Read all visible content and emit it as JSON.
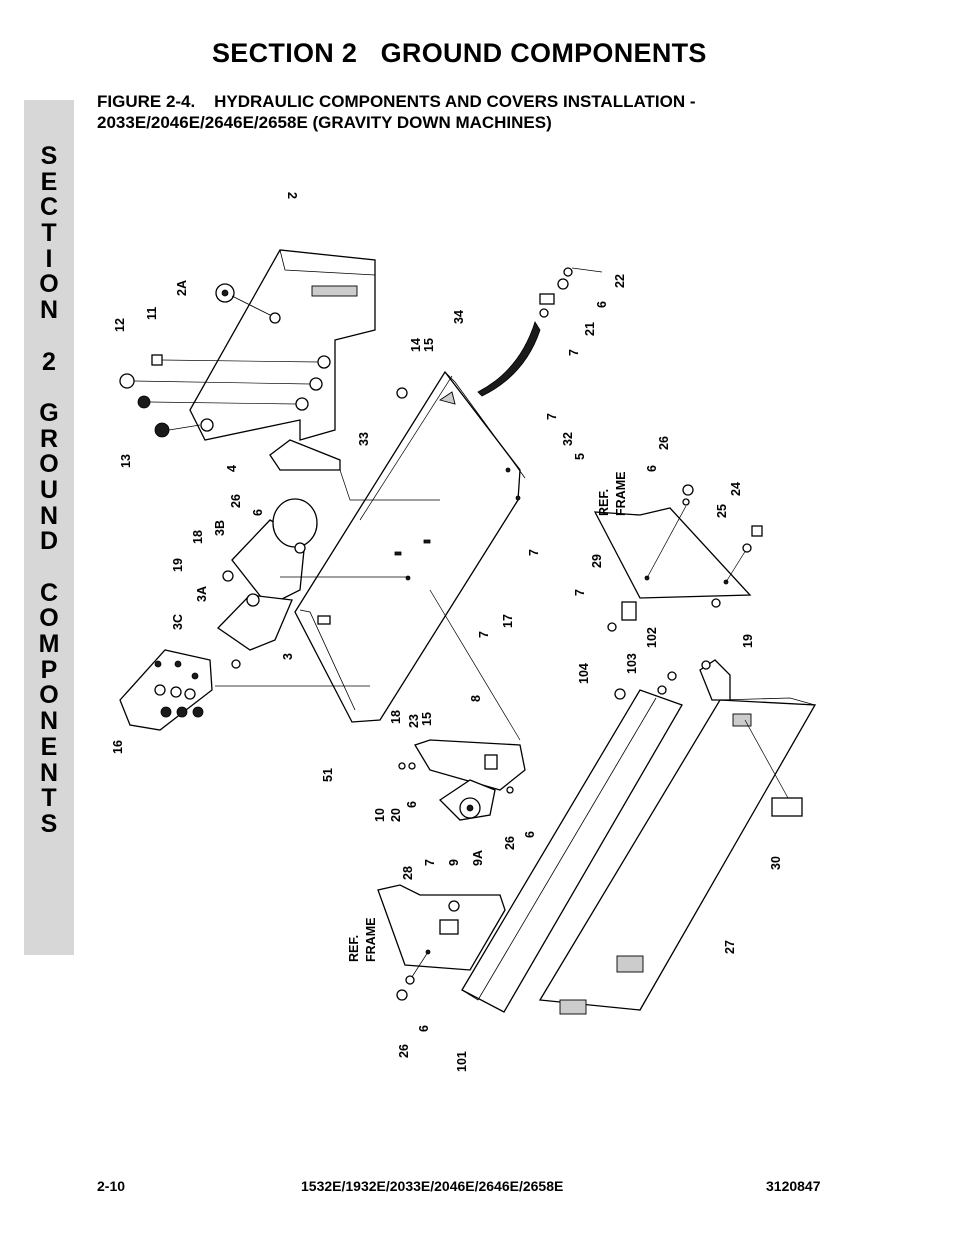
{
  "header": {
    "section_title": "SECTION 2   GROUND COMPONENTS"
  },
  "figure": {
    "title_line1": "FIGURE 2-4.    HYDRAULIC COMPONENTS AND COVERS INSTALLATION -",
    "title_line2": "2033E/2046E/2646E/2658E (GRAVITY DOWN MACHINES)"
  },
  "side_tab": {
    "letters": [
      "S",
      "E",
      "C",
      "T",
      "I",
      "O",
      "N",
      "",
      "2",
      "",
      "G",
      "R",
      "O",
      "U",
      "N",
      "D",
      "",
      "C",
      "O",
      "M",
      "P",
      "O",
      "N",
      "E",
      "N",
      "T",
      "S"
    ]
  },
  "diagram": {
    "ref_frame_label_a": "REF.",
    "ref_frame_label_b": "FRAME",
    "callouts": {
      "c2": "2",
      "c2A": "2A",
      "c11": "11",
      "c12": "12",
      "c13": "13",
      "c14": "14",
      "c15a": "15",
      "c34": "34",
      "c22": "22",
      "c6a": "6",
      "c21": "21",
      "c7a": "7",
      "c4": "4",
      "c33": "33",
      "c26a": "26",
      "c6b": "6",
      "c3B": "3B",
      "c18a": "18",
      "c19a": "19",
      "c3A": "3A",
      "c3C": "3C",
      "c3": "3",
      "c16": "16",
      "c7b": "7",
      "c32": "32",
      "c5": "5",
      "c7c": "7",
      "c26b": "26",
      "c6c": "6",
      "c24": "24",
      "c25": "25",
      "c29": "29",
      "c7d": "7",
      "c19b": "19",
      "c17": "17",
      "c7e": "7",
      "c51": "51",
      "c18b": "18",
      "c23": "23",
      "c15b": "15",
      "c8": "8",
      "c102": "102",
      "c103": "103",
      "c104": "104",
      "c10": "10",
      "c20": "20",
      "c6d": "6",
      "c9": "9",
      "c9A": "9A",
      "c26c": "26",
      "c6e": "6",
      "c30": "30",
      "c28": "28",
      "c7f": "7",
      "c27": "27",
      "c26d": "26",
      "c6f": "6",
      "c101": "101"
    }
  },
  "footer": {
    "page_number": "2-10",
    "models": "1532E/1932E/2033E/2046E/2646E/2658E",
    "doc_number": "3120847"
  }
}
